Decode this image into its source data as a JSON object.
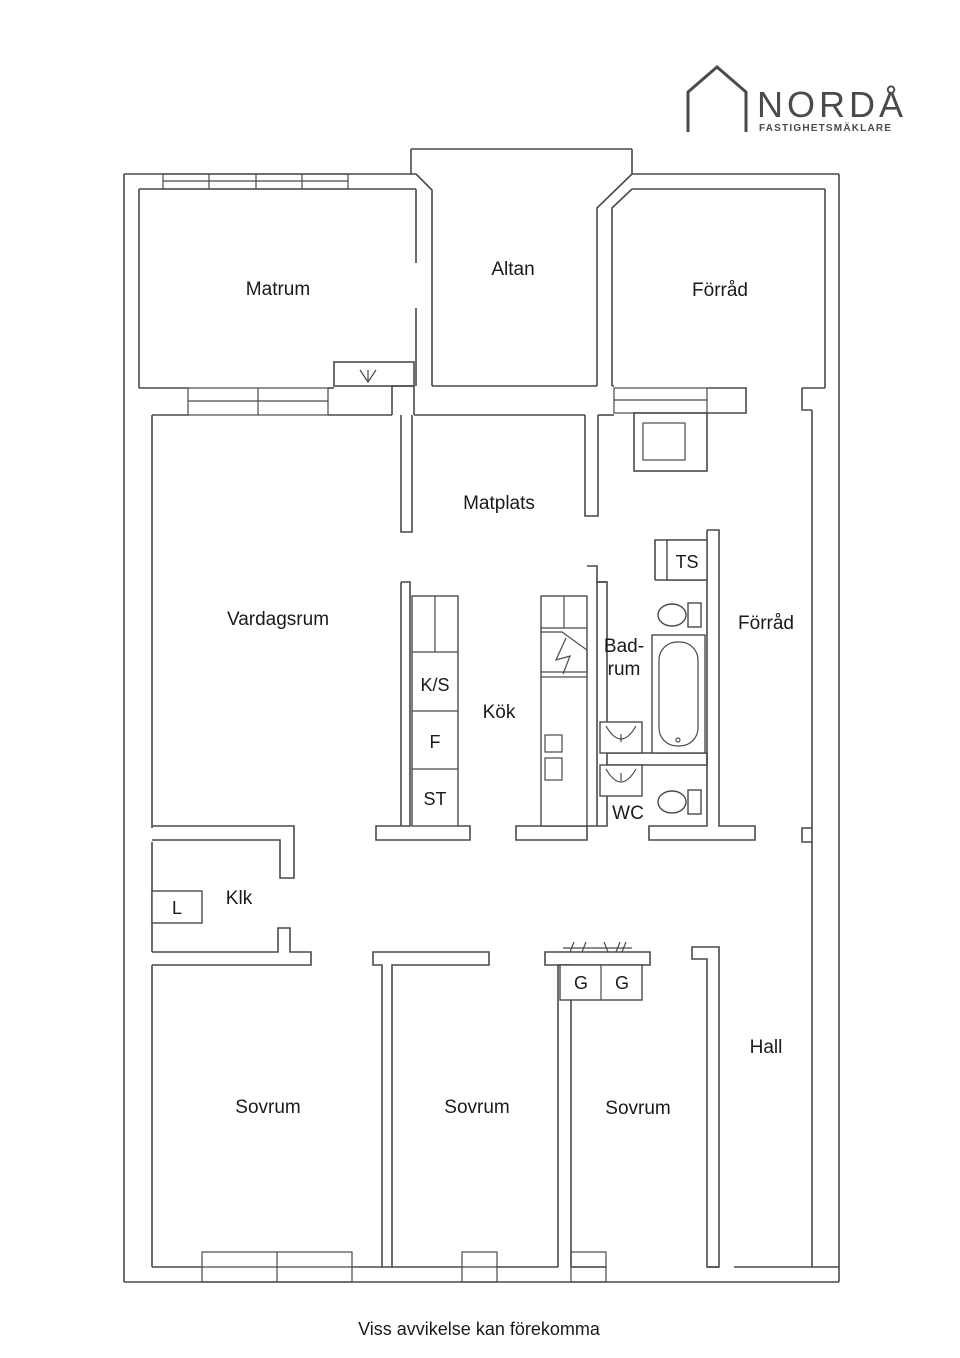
{
  "brand": {
    "name": "NORDÅ",
    "tagline": "FASTIGHETSMÄKLARE"
  },
  "rooms": {
    "matrum": "Matrum",
    "altan": "Altan",
    "forrad_top": "Förråd",
    "matplats": "Matplats",
    "vardagsrum": "Vardagsrum",
    "kok": "Kök",
    "badrum_line1": "Bad-",
    "badrum_line2": "rum",
    "forrad_right": "Förråd",
    "wc": "WC",
    "klk": "Klk",
    "hall": "Hall",
    "sovrum_1": "Sovrum",
    "sovrum_2": "Sovrum",
    "sovrum_3": "Sovrum"
  },
  "fixtures": {
    "ts": "TS",
    "ks": "K/S",
    "f": "F",
    "st": "ST",
    "l": "L",
    "g1": "G",
    "g2": "G"
  },
  "footer": "Viss avvikelse kan förekomma"
}
